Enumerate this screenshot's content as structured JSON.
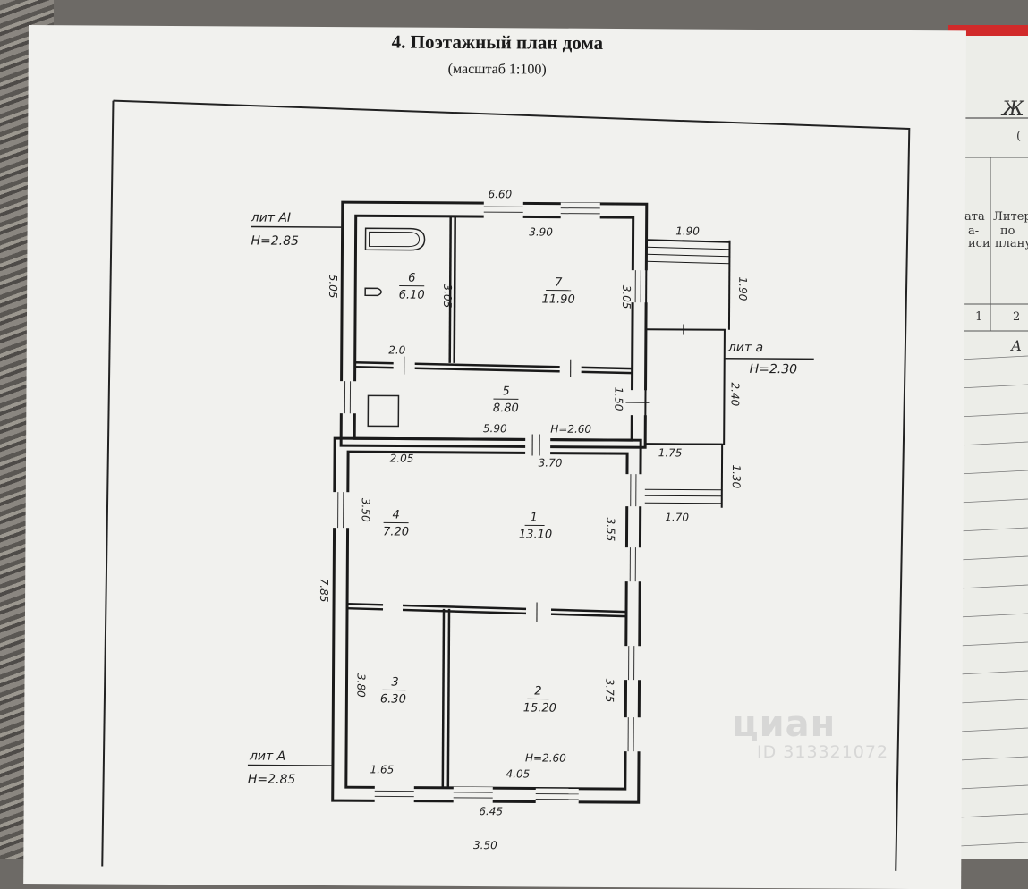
{
  "document": {
    "title": "4. Поэтажный план дома",
    "scale": "(масштаб 1:100)"
  },
  "plan": {
    "rooms": [
      {
        "number": "1",
        "area": "13.10"
      },
      {
        "number": "2",
        "area": "15.20"
      },
      {
        "number": "3",
        "area": "6.30"
      },
      {
        "number": "4",
        "area": "7.20"
      },
      {
        "number": "5",
        "area": "8.80"
      },
      {
        "number": "6",
        "area": "6.10"
      },
      {
        "number": "7",
        "area": "11.90"
      }
    ],
    "dimensions": {
      "top_width": "6.60",
      "room7_width": "3.90",
      "room6_height": "3.05",
      "room7_height": "3.05",
      "left_top_height": "5.05",
      "room6_bottom": "2.0",
      "room5_height": "1.50",
      "room5_width": "5.90",
      "room4_width": "2.05",
      "room1_width": "3.70",
      "room4_height": "3.50",
      "room1_height": "3.55",
      "left_bottom_height": "7.85",
      "room3_height": "3.80",
      "room2_height": "3.75",
      "room3_width": "1.65",
      "room2_width": "4.05",
      "bottom_width": "6.45",
      "porch_top_width": "1.90",
      "porch_top_depth": "1.90",
      "annex_height": "2.40",
      "annex_width": "1.75",
      "porch_bottom_depth": "1.30",
      "porch_bottom_width": "1.70",
      "below_plan": "3.50"
    },
    "labels": {
      "lit_a1": "лит АⅠ",
      "lit_a1_height": "H=2.85",
      "lit_a_small": "лит а",
      "lit_a_small_height": "H=2.30",
      "lit_a_main": "лит А",
      "lit_a_main_height": "H=2.85",
      "room5_ceiling": "H=2.60",
      "room2_ceiling": "H=2.60"
    }
  },
  "side_sheet": {
    "lines": [
      "Ж",
      "(",
      "ата",
      "а-",
      "иси",
      "Литер",
      "по",
      "плану",
      "1",
      "2",
      "А"
    ]
  },
  "watermark": {
    "brand": "циан",
    "id": "ID 313321072"
  }
}
